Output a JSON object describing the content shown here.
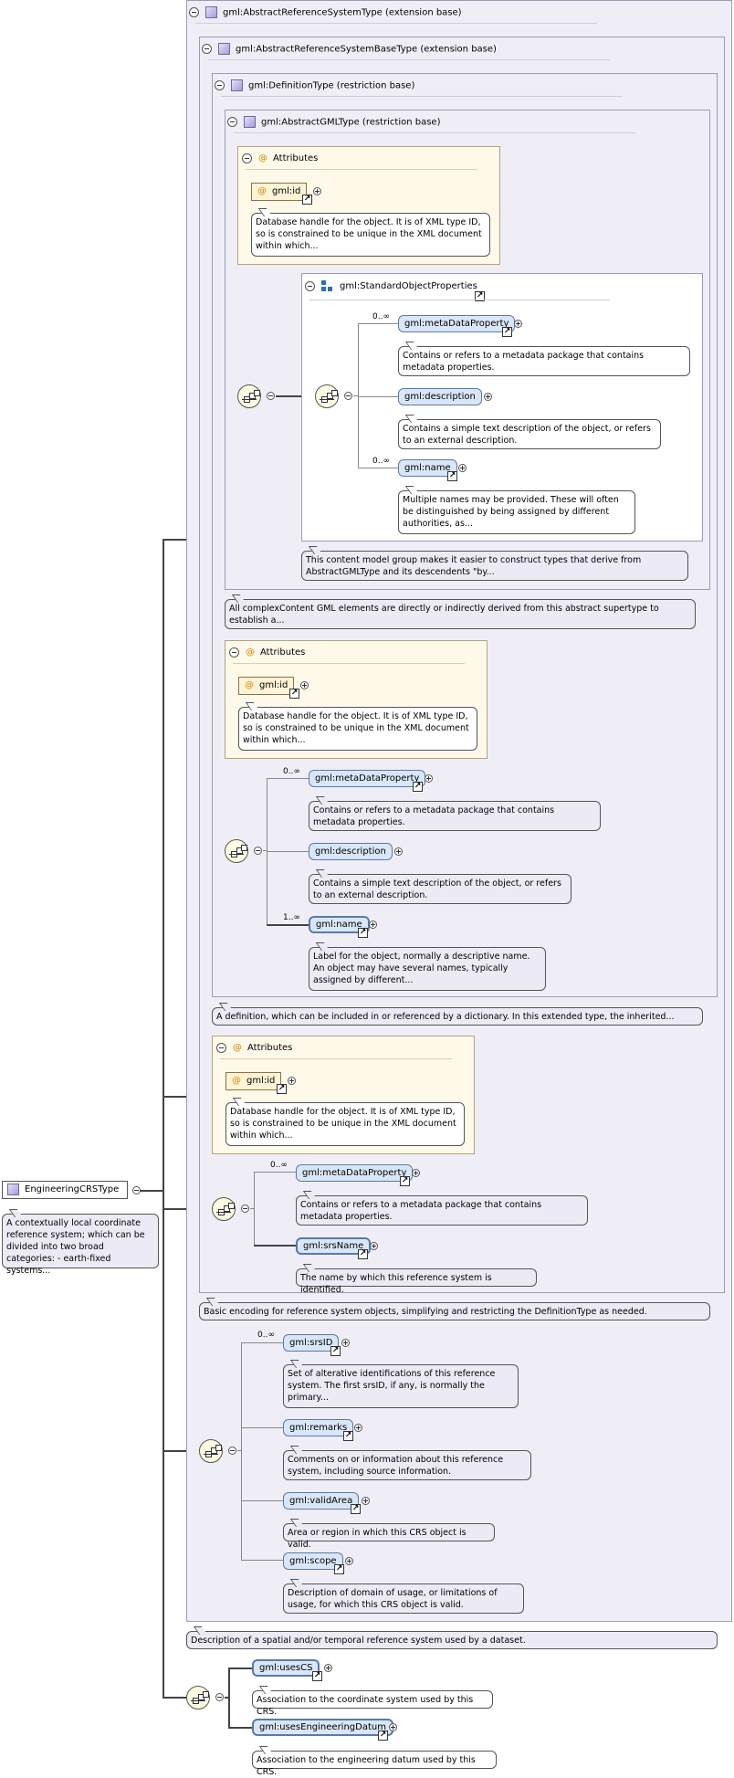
{
  "root": {
    "name": "EngineeringCRSType",
    "note": "A contextually local coordinate reference system; which can be divided into two broad categories: - earth-fixed systems..."
  },
  "ext1": {
    "title": "gml:AbstractReferenceSystemType (extension base)",
    "note": "Description of a spatial and/or temporal reference system used by a dataset."
  },
  "ext2": {
    "title": "gml:AbstractReferenceSystemBaseType (extension base)",
    "note": "Basic encoding for reference system objects, simplifying and restricting the DefinitionType as needed."
  },
  "def": {
    "title": "gml:DefinitionType (restriction base)",
    "note": "A definition, which can be included in or referenced by a dictionary. In this extended type, the inherited..."
  },
  "agml": {
    "title": "gml:AbstractGMLType (restriction base)",
    "note": "All complexContent GML elements are directly or indirectly derived from this abstract supertype to establish a..."
  },
  "attributes_label": "Attributes",
  "gml_id": {
    "name": "gml:id",
    "note": "Database handle for the object. It is of XML type ID, so is constrained to be unique in the XML document within which..."
  },
  "std": {
    "title": "gml:StandardObjectProperties",
    "note": "This content model group makes it easier to construct types that derive from AbstractGMLType and its descendents \"by...",
    "metadata": {
      "name": "gml:metaDataProperty",
      "occ": "0..∞",
      "note": "Contains or refers to a metadata package that contains metadata properties."
    },
    "description": {
      "name": "gml:description",
      "note": "Contains a simple text description of the object, or refers to an external description."
    },
    "name": {
      "name": "gml:name",
      "occ": "0..∞",
      "note": "Multiple names may be provided. These will often be distinguished by being assigned by different authorities, as..."
    }
  },
  "defseq": {
    "metadata": {
      "name": "gml:metaDataProperty",
      "occ": "0..∞",
      "note": "Contains or refers to a metadata package that contains metadata properties."
    },
    "description": {
      "name": "gml:description",
      "note": "Contains a simple text description of the object, or refers to an external description."
    },
    "name": {
      "name": "gml:name",
      "occ": "1..∞",
      "note": "Label for the object, normally a descriptive name. An object may have several names, typically assigned by different..."
    }
  },
  "baseseq": {
    "metadata": {
      "name": "gml:metaDataProperty",
      "occ": "0..∞",
      "note": "Contains or refers to a metadata package that contains metadata properties."
    },
    "srsName": {
      "name": "gml:srsName",
      "note": "The name by which this reference system is identified."
    }
  },
  "rsseq": {
    "srsID": {
      "name": "gml:srsID",
      "occ": "0..∞",
      "note": "Set of alterative identifications of this reference system. The first srsID, if any, is normally the primary..."
    },
    "remarks": {
      "name": "gml:remarks",
      "note": "Comments on or information about this reference system, including source information."
    },
    "validArea": {
      "name": "gml:validArea",
      "note": "Area or region in which this CRS object is valid."
    },
    "scope": {
      "name": "gml:scope",
      "note": "Description of domain of usage, or limitations of usage, for which this CRS object is valid."
    }
  },
  "ownseq": {
    "usesCS": {
      "name": "gml:usesCS",
      "note": "Association to the coordinate system used by this CRS."
    },
    "usesDatum": {
      "name": "gml:usesEngineeringDatum",
      "note": "Association to the engineering datum used by this CRS."
    }
  }
}
